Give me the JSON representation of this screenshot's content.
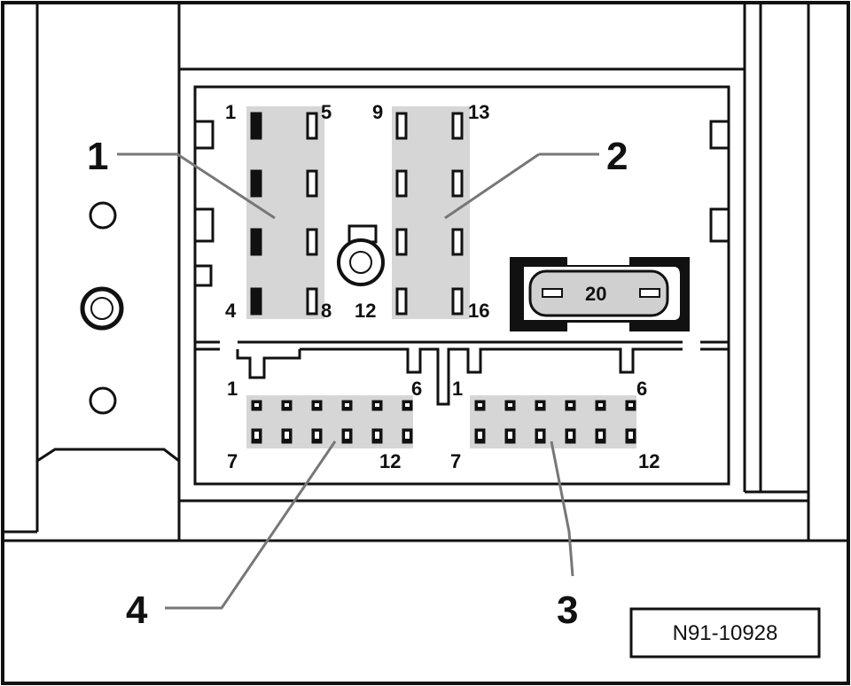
{
  "callouts": {
    "c1": "1",
    "c2": "2",
    "c3": "3",
    "c4": "4"
  },
  "connector_upper_left": {
    "pin_first_col1": "1",
    "pin_last_col1": "4",
    "pin_first_col2": "5",
    "pin_last_col2": "8"
  },
  "connector_upper_right": {
    "pin_first_col1": "9",
    "pin_first_col2": "13",
    "pin_last_col2": "16"
  },
  "screw_label": "12",
  "fuse_label": "20",
  "connector_lower_left": {
    "top_left": "1",
    "top_right": "6",
    "bottom_left": "7",
    "bottom_right": "12"
  },
  "connector_lower_right": {
    "top_left": "1",
    "top_right": "6",
    "bottom_left": "7",
    "bottom_right": "12"
  },
  "reference_code": "N91-10928",
  "colors": {
    "line": "#111111",
    "pin_field": "#d6d6d6",
    "fuse_body": "#d0d0d0",
    "background": "#ffffff"
  }
}
